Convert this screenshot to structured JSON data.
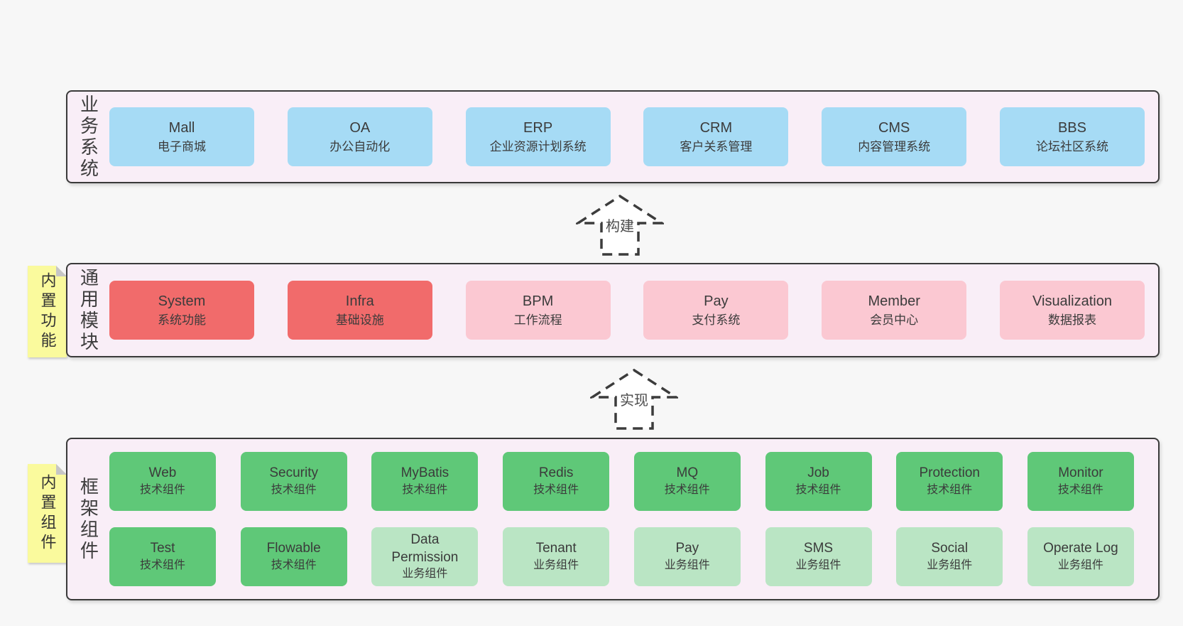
{
  "colors": {
    "page_bg": "#f7f7f7",
    "panel_bg": "#f9eef7",
    "panel_border": "#3a3a3a",
    "blue_box": "#a6dbf5",
    "red_box": "#f16b6b",
    "pink_box": "#fbc8d2",
    "green_dark_box": "#5fc878",
    "green_light_box": "#bae5c4",
    "sticky_yellow": "#fafa9d",
    "text": "#3b3b3b"
  },
  "arrows": {
    "build": {
      "label": "构建"
    },
    "implement": {
      "label": "实现"
    }
  },
  "business": {
    "label": "业务系统",
    "boxes": [
      {
        "en": "Mall",
        "zh": "电子商城"
      },
      {
        "en": "OA",
        "zh": "办公自动化"
      },
      {
        "en": "ERP",
        "zh": "企业资源计划系统"
      },
      {
        "en": "CRM",
        "zh": "客户关系管理"
      },
      {
        "en": "CMS",
        "zh": "内容管理系统"
      },
      {
        "en": "BBS",
        "zh": "论坛社区系统"
      }
    ]
  },
  "modules": {
    "label": "通用模块",
    "sticky": "内置功能",
    "boxes": [
      {
        "en": "System",
        "zh": "系统功能"
      },
      {
        "en": "Infra",
        "zh": "基础设施"
      },
      {
        "en": "BPM",
        "zh": "工作流程"
      },
      {
        "en": "Pay",
        "zh": "支付系统"
      },
      {
        "en": "Member",
        "zh": "会员中心"
      },
      {
        "en": "Visualization",
        "zh": "数据报表"
      }
    ]
  },
  "framework": {
    "label": "框架组件",
    "sticky": "内置组件",
    "row1": [
      {
        "en": "Web",
        "zh": "技术组件"
      },
      {
        "en": "Security",
        "zh": "技术组件"
      },
      {
        "en": "MyBatis",
        "zh": "技术组件"
      },
      {
        "en": "Redis",
        "zh": "技术组件"
      },
      {
        "en": "MQ",
        "zh": "技术组件"
      },
      {
        "en": "Job",
        "zh": "技术组件"
      },
      {
        "en": "Protection",
        "zh": "技术组件"
      },
      {
        "en": "Monitor",
        "zh": "技术组件"
      }
    ],
    "row2": [
      {
        "en": "Test",
        "zh": "技术组件"
      },
      {
        "en": "Flowable",
        "zh": "技术组件"
      },
      {
        "en": "Data Permission",
        "zh": "业务组件"
      },
      {
        "en": "Tenant",
        "zh": "业务组件"
      },
      {
        "en": "Pay",
        "zh": "业务组件"
      },
      {
        "en": "SMS",
        "zh": "业务组件"
      },
      {
        "en": "Social",
        "zh": "业务组件"
      },
      {
        "en": "Operate Log",
        "zh": "业务组件"
      }
    ]
  }
}
